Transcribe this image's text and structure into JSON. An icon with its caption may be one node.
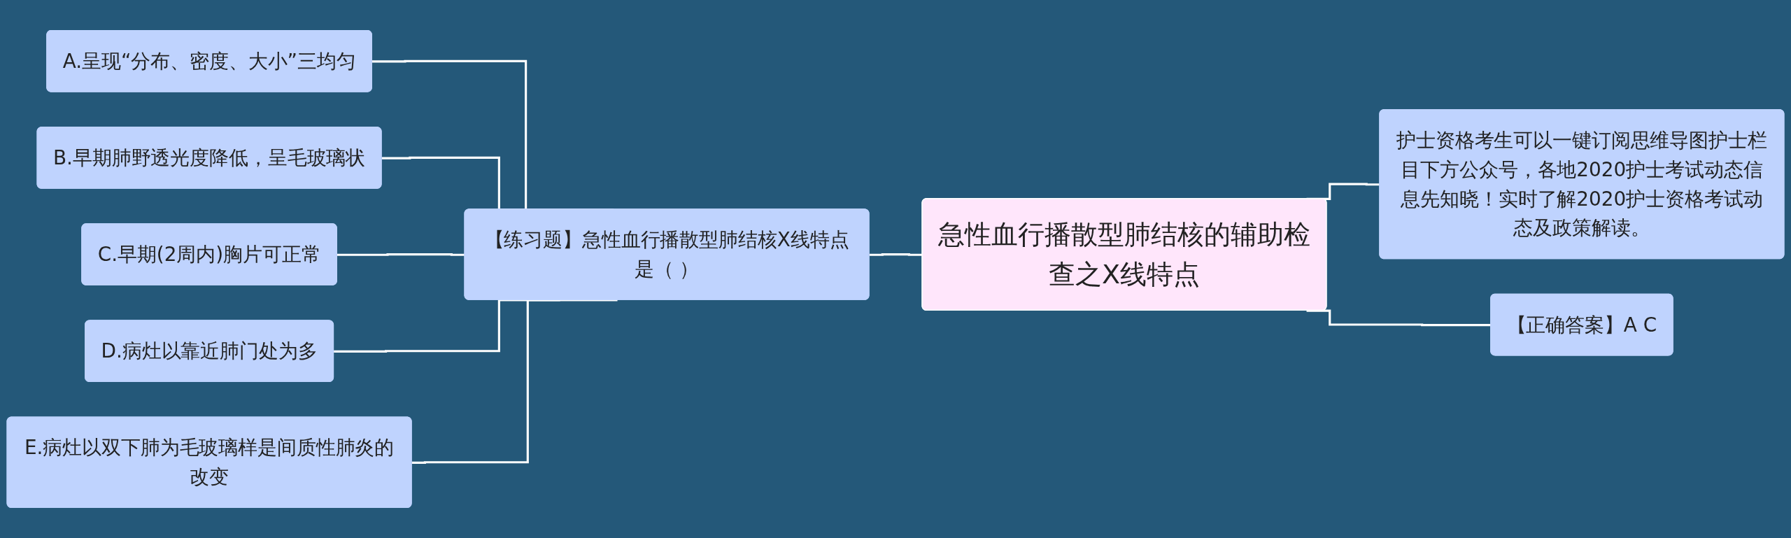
{
  "diagram": {
    "nodes": [
      {
        "text": [
          "急性血行播散型肺结核的辅助检查之X线特点"
        ]
      },
      {
        "text": [
          "【练习题】急性血行播散型肺结核X线特点是（ ）"
        ]
      },
      {
        "text": [
          "A.呈现“分布、密度、大小”三均匀"
        ]
      },
      {
        "text": [
          "B.早期肺野透光度降低，呈毛玻璃状"
        ]
      },
      {
        "text": [
          "C.早期(2周内)胸片可正常"
        ]
      },
      {
        "text": [
          "D.病灶以靠近肺门处为多"
        ]
      },
      {
        "text": [
          "E.病灶以双下肺为毛玻璃样是间质性肺炎的改变"
        ]
      },
      {
        "text": [
          "护士资格考生可以一键订阅思维导图护士栏目下方公众号，各地2020护士考试动态信息先知晓！实时了解2020护士资格考试动态及政策解读。"
        ]
      },
      {
        "text": [
          "【正确答案】A C"
        ]
      }
    ],
    "edges": [
      {
        "from": 0,
        "to": 1,
        "arrow": "none"
      },
      {
        "from": 1,
        "to": 2,
        "arrow": "none"
      },
      {
        "from": 1,
        "to": 3,
        "arrow": "none"
      },
      {
        "from": 1,
        "to": 4,
        "arrow": "none"
      },
      {
        "from": 1,
        "to": 5,
        "arrow": "none"
      },
      {
        "from": 1,
        "to": 6,
        "arrow": "none"
      },
      {
        "from": 0,
        "to": 7,
        "arrow": "none"
      },
      {
        "from": 0,
        "to": 8,
        "arrow": "none"
      }
    ]
  }
}
